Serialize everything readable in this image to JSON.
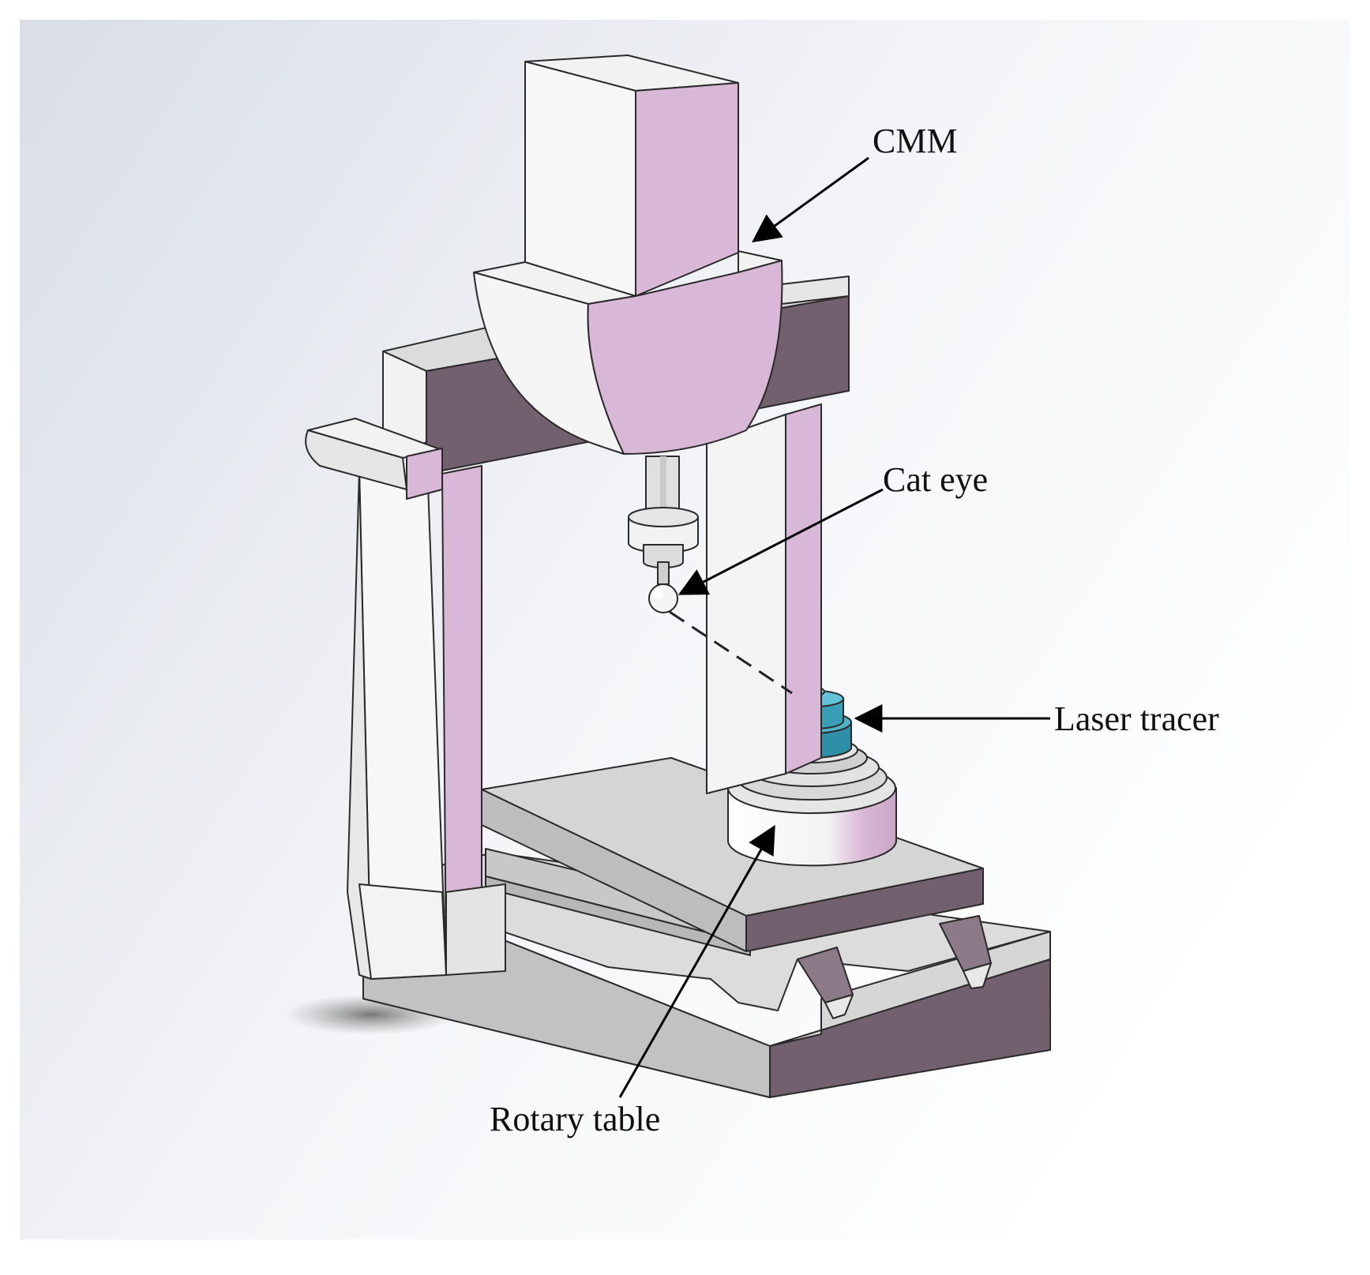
{
  "labels": {
    "cmm": "CMM",
    "cat_eye": "Cat eye",
    "laser_tracer": "Laser tracer",
    "rotary_table": "Rotary table"
  },
  "colors": {
    "pink": "#D9B7D6",
    "plum": "#73606F",
    "white_face": "#F7F7F7",
    "light_grey": "#D8D8D8",
    "mid_grey": "#BDBDBD",
    "cyan": "#4FB3C8",
    "cyan_dark": "#2E8FA6",
    "outline": "#2a2a2a"
  }
}
